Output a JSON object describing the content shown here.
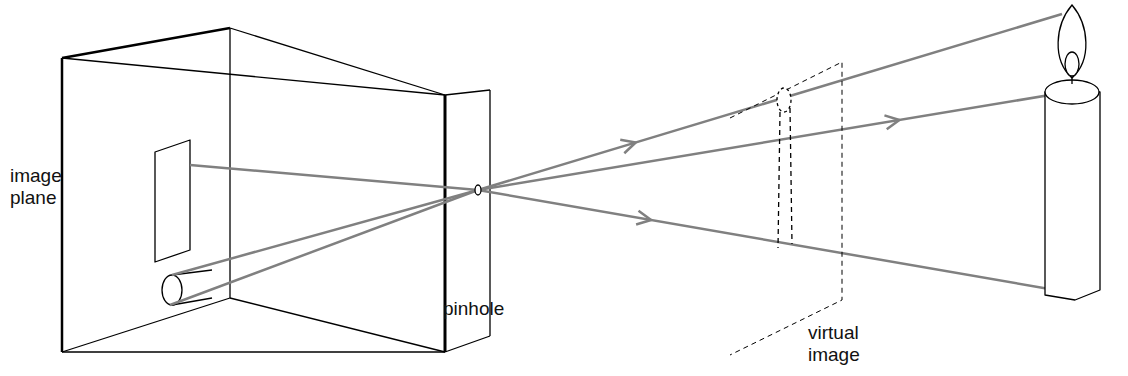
{
  "diagram": {
    "labels": [
      "image plane",
      "pinhole",
      "virtual image"
    ]
  }
}
